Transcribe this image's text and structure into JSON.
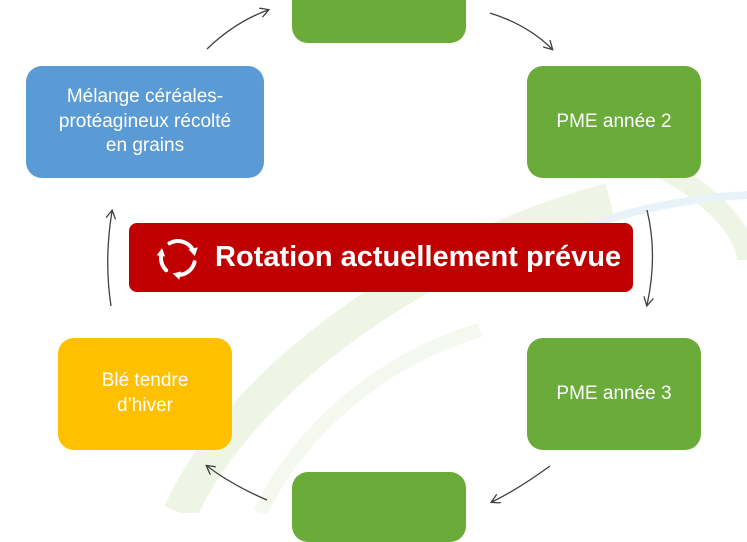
{
  "title": "Rotation actuellement prévue",
  "icon": "cycle-arrows-icon",
  "colors": {
    "green": "#6aab3a",
    "blue": "#5b9bd5",
    "yellow": "#ffc000",
    "banner": "#c00000",
    "arrow": "#404040"
  },
  "nodes": {
    "top": "",
    "right_upper": "PME année 2",
    "right_lower": "PME année 3",
    "bottom": "",
    "left_lower": "Blé tendre\nd’hiver",
    "left_upper": "Mélange céréales-\nprotéagineux récolté\nen grains"
  }
}
